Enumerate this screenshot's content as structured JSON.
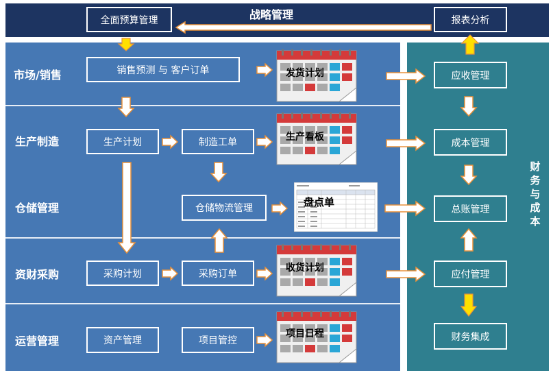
{
  "header": {
    "title": "战略管理",
    "budget": "全面预算管理",
    "report": "报表分析"
  },
  "rows": {
    "market": "市场/销售",
    "production": "生产制造",
    "storage": "仓储管理",
    "purchase": "资财采购",
    "operation": "运营管理"
  },
  "boxes": {
    "forecast": "销售预测  与  客户订单",
    "prod_plan": "生产计划",
    "work_order": "制造工单",
    "logistics": "仓储物流管理",
    "purchase_plan": "采购计划",
    "purchase_order": "采购订单",
    "asset": "资产管理",
    "project": "项目管控"
  },
  "documents": {
    "shipping": "发货计划",
    "kanban": "生产看板",
    "inventory": "盘点单",
    "receiving": "收货计划",
    "schedule": "项目日程"
  },
  "finance": {
    "label": "财务与成本",
    "receivable": "应收管理",
    "cost": "成本管理",
    "ledger": "总账管理",
    "payable": "应付管理",
    "integration": "财务集成"
  },
  "colors": {
    "header_bg": "#1d3461",
    "left_panel": "#4678b4",
    "right_panel": "#2f7f8f",
    "arrow_fill": "#ffffff",
    "arrow_stroke": "#e8913a",
    "arrow_yellow": "#ffe000"
  }
}
